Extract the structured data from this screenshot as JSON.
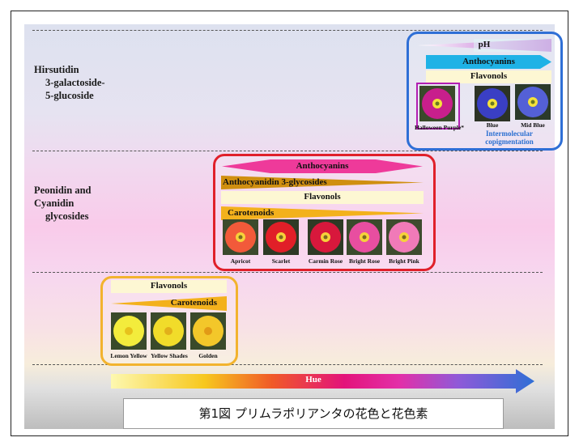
{
  "groups": {
    "hirsutidin": [
      "Hirsutidin",
      "3-galactoside-",
      "5-glucoside"
    ],
    "peonidin": [
      "Peonidin and",
      "Cyanidin",
      "glycosides"
    ]
  },
  "top_box": {
    "bars": {
      "ph": "pH",
      "anthocyanins": "Anthocyanins",
      "flavonols": "Flavonols"
    },
    "flowers": [
      "Halloween Purple*",
      "Blue",
      "Mid Blue"
    ],
    "note": [
      "Intermolecular",
      "copigmentation"
    ]
  },
  "mid_box": {
    "bars": {
      "anthocyanins": "Anthocyanins",
      "anthocyanidin": "Anthocyanidin 3-glycosides",
      "flavonols": "Flavonols",
      "carotenoids": "Carotenoids"
    },
    "flowers": [
      "Apricot",
      "Scarlet",
      "Carmin Rose",
      "Bright Rose",
      "Bright Pink"
    ]
  },
  "low_box": {
    "bars": {
      "flavonols": "Flavonols",
      "carotenoids": "Carotenoids"
    },
    "flowers": [
      "Lemon Yellow",
      "Yellow Shades",
      "Golden"
    ]
  },
  "hue_label": "Hue",
  "caption": "第1図 プリムラポリアンタの花色と花色素",
  "colors": {
    "blue_border": "#2f6fd6",
    "red_border": "#e0202a",
    "orange_border": "#f2b32e",
    "anthocyanin_pink": "#ee3a9a",
    "anthocyanin_blue": "#1fb2e6",
    "carotenoid_orange": "#f3b11c",
    "flavonol_cream": "#fdf7d3",
    "glycoside_gold": "#d08f10"
  }
}
